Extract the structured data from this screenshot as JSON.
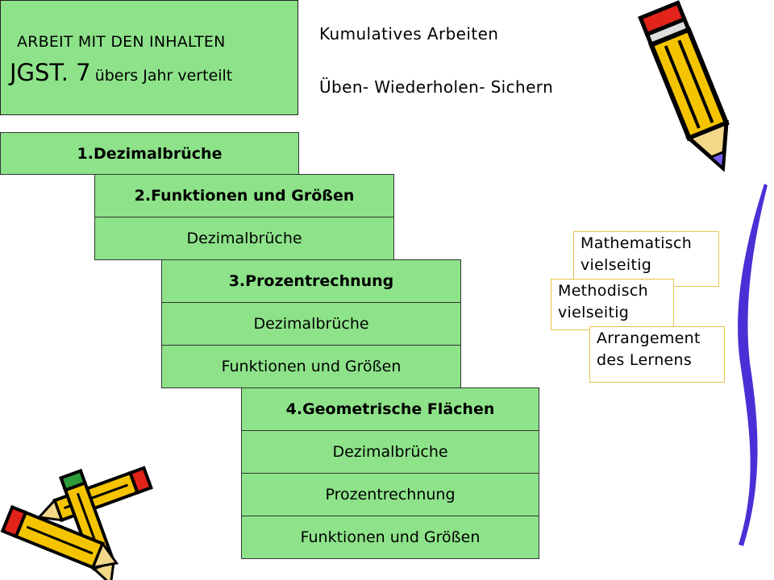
{
  "title_box": {
    "line1": "ARBEIT MIT DEN INHALTEN",
    "line2_big": "JGST. 7",
    "line2_small": "übers Jahr verteilt"
  },
  "side_notes": {
    "kumulativ": "Kumulatives Arbeiten",
    "ueben": "Üben- Wiederholen- Sichern"
  },
  "block1": {
    "header": "1.Dezimalbrüche"
  },
  "block2": {
    "header": "2.Funktionen und Größen",
    "items": [
      "Dezimalbrüche"
    ]
  },
  "block3": {
    "header": "3.Prozentrechnung",
    "items": [
      "Dezimalbrüche",
      "Funktionen und Größen"
    ]
  },
  "block4": {
    "header": "4.Geometrische Flächen",
    "items": [
      "Dezimalbrüche",
      "Prozentrechnung",
      "Funktionen und Größen"
    ]
  },
  "notes": [
    {
      "line1": "Mathematisch",
      "line2": "vielseitig"
    },
    {
      "line1": "Methodisch",
      "line2": "vielseitig"
    },
    {
      "line1": "Arrangement",
      "line2": "des Lernens"
    }
  ],
  "icons": [
    "pencil-icon",
    "pencils-icon"
  ],
  "colors": {
    "box_fill": "#8ee38a",
    "note_border": "#e7c24a",
    "pencil_body": "#f5c400",
    "pencil_tip": "#7a5cf0",
    "swoosh": "#4b2fd6"
  }
}
